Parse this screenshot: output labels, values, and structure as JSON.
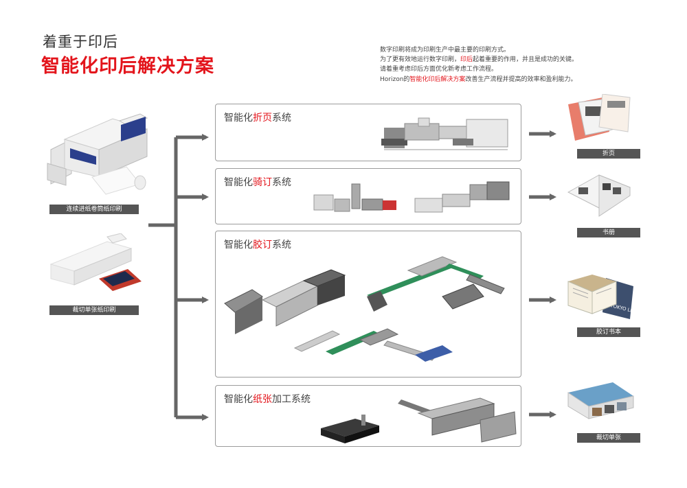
{
  "header": {
    "title_line1": "着重于印后",
    "title_line2": "智能化印后解决方案"
  },
  "intro": {
    "line1": "数字印刷将成为印刷生产中最主要的印刷方式。",
    "line2_before": "为了更有效地运行数字印刷，",
    "line2_red": "印后",
    "line2_after": "起着重要的作用，并且是成功的关键。",
    "line3": "请着重考虑印后方面优化新考虑工作流程。",
    "line4_before": "Horizon的",
    "line4_red": "智能化印后解决方案",
    "line4_after": "改善生产流程并提高的效率和盈利能力。"
  },
  "inputs": [
    {
      "label": "连续进纸卷筒纸印刷"
    },
    {
      "label": "裁切单张纸印刷"
    }
  ],
  "systems": [
    {
      "prefix": "智能化",
      "highlight": "折页",
      "suffix": "系统",
      "output": "折页"
    },
    {
      "prefix": "智能化",
      "highlight": "骑订",
      "suffix": "系统",
      "output": "书册"
    },
    {
      "prefix": "智能化",
      "highlight": "胶订",
      "suffix": "系统",
      "output": "胶订书本"
    },
    {
      "prefix": "智能化",
      "highlight": "纸张",
      "suffix": "加工系统",
      "output": "裁切单张"
    }
  ],
  "colors": {
    "accent": "#e3141b",
    "arrow": "#666666",
    "label_bg": "#555555",
    "border": "#9b9b9b"
  },
  "book_cover_text": "TOKYO LIFE"
}
